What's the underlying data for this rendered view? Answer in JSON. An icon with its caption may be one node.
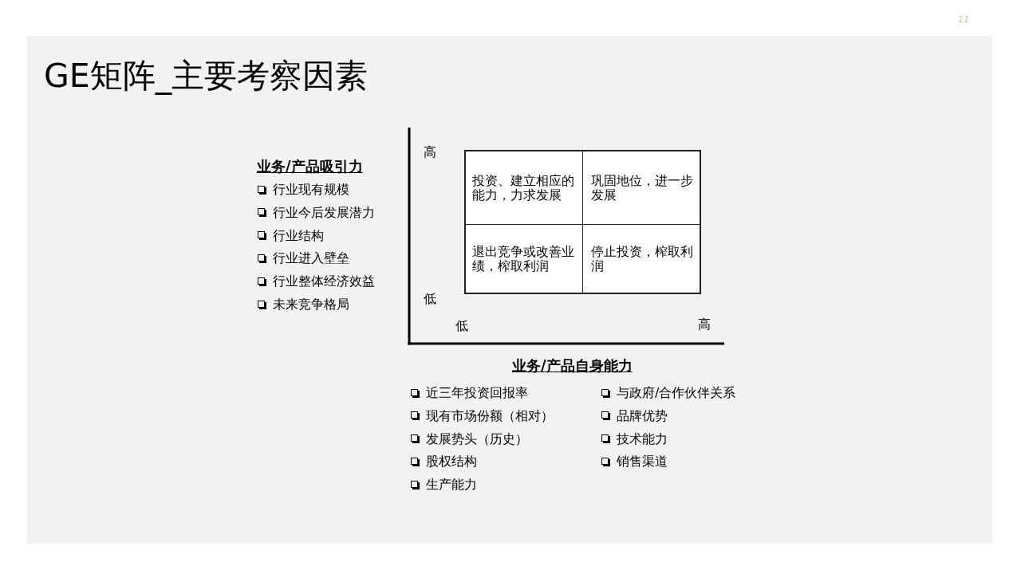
{
  "diagram": {
    "title": "GE矩阵_主要考察因素",
    "nodes": [
      {
        "text": [
          "投资、建立相应的能力，力求发展"
        ]
      },
      {
        "text": [
          "巩固地位，进一步发展"
        ]
      },
      {
        "text": [
          "退出竞争或改善业绩，榨取利润"
        ]
      },
      {
        "text": [
          "停止投资，榨取利润"
        ]
      }
    ],
    "labels": [
      "11",
      "业务/产品吸引力",
      "行业现有规模",
      "行业今后发展潜力",
      "行业结构",
      "行业进入壁垒",
      "行业整体经济效益",
      "未来竞争格局",
      "高",
      "低",
      "低",
      "高",
      "业务/产品自身能力",
      "近三年投资回报率",
      "现有市场份额（相对）",
      "发展势头（历史）",
      "股权结构",
      "生产能力",
      "与政府/合作伙伴关系",
      "品牌优势",
      "技术能力",
      "销售渠道"
    ]
  }
}
